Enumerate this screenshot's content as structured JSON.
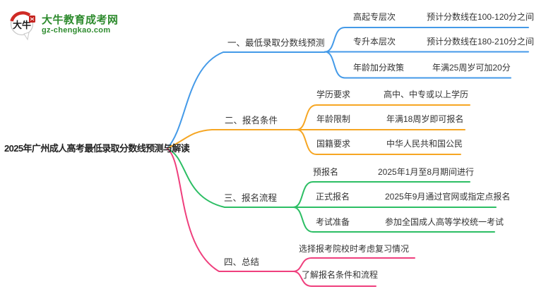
{
  "logo": {
    "icon": "daniu-speech-bubble-icon",
    "icon_text": "大牛",
    "title": "大牛教育成考网",
    "domain": "gz-chengkao.com",
    "brand_color": "#2e8b2e",
    "seal_color": "#c5231f"
  },
  "mindmap": {
    "root": "2025年广州成人高考最低录取分数线预测与解读",
    "text_color": "#333333",
    "branches": [
      {
        "label": "一、最低录取分数线预测",
        "color": "#449ae8",
        "children": [
          {
            "label": "高起专层次",
            "value": "预计分数线在100-120分之间"
          },
          {
            "label": "专升本层次",
            "value": "预计分数线在180-210分之间"
          },
          {
            "label": "年龄加分政策",
            "value": "年满25周岁可加20分"
          }
        ]
      },
      {
        "label": "二、报名条件",
        "color": "#f6a623",
        "children": [
          {
            "label": "学历要求",
            "value": "高中、中专或以上学历"
          },
          {
            "label": "年龄限制",
            "value": "年满18周岁即可报名"
          },
          {
            "label": "国籍要求",
            "value": "中华人民共和国公民"
          }
        ]
      },
      {
        "label": "三、报名流程",
        "color": "#2cbe64",
        "children": [
          {
            "label": "预报名",
            "value": "2025年1月至8月期间进行"
          },
          {
            "label": "正式报名",
            "value": "2025年9月通过官网或指定点报名"
          },
          {
            "label": "考试准备",
            "value": "参加全国成人高等学校统一考试"
          }
        ]
      },
      {
        "label": "四、总结",
        "color": "#ef3f7d",
        "children": [
          {
            "label": "选择报考院校时考虑复习情况",
            "value": ""
          },
          {
            "label": "了解报名条件和流程",
            "value": ""
          }
        ]
      }
    ]
  }
}
